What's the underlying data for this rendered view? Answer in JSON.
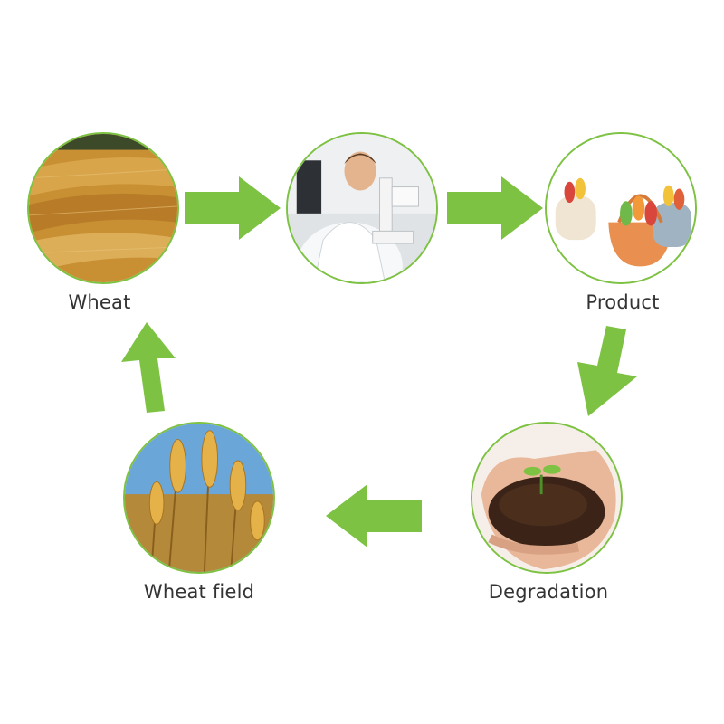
{
  "colors": {
    "arrow": "#7dc242",
    "ring": "#7dc242",
    "label": "#333333"
  },
  "stages": [
    {
      "label": "Wheat",
      "icon": "harvested-wheat-photo"
    },
    {
      "label": "",
      "icon": "scientist-microscope-photo"
    },
    {
      "label": "Product",
      "icon": "cutlery-baskets-photo"
    },
    {
      "label": "Degradation",
      "icon": "soil-seedling-hands-photo"
    },
    {
      "label": "Wheat field",
      "icon": "wheat-ears-photo"
    }
  ]
}
